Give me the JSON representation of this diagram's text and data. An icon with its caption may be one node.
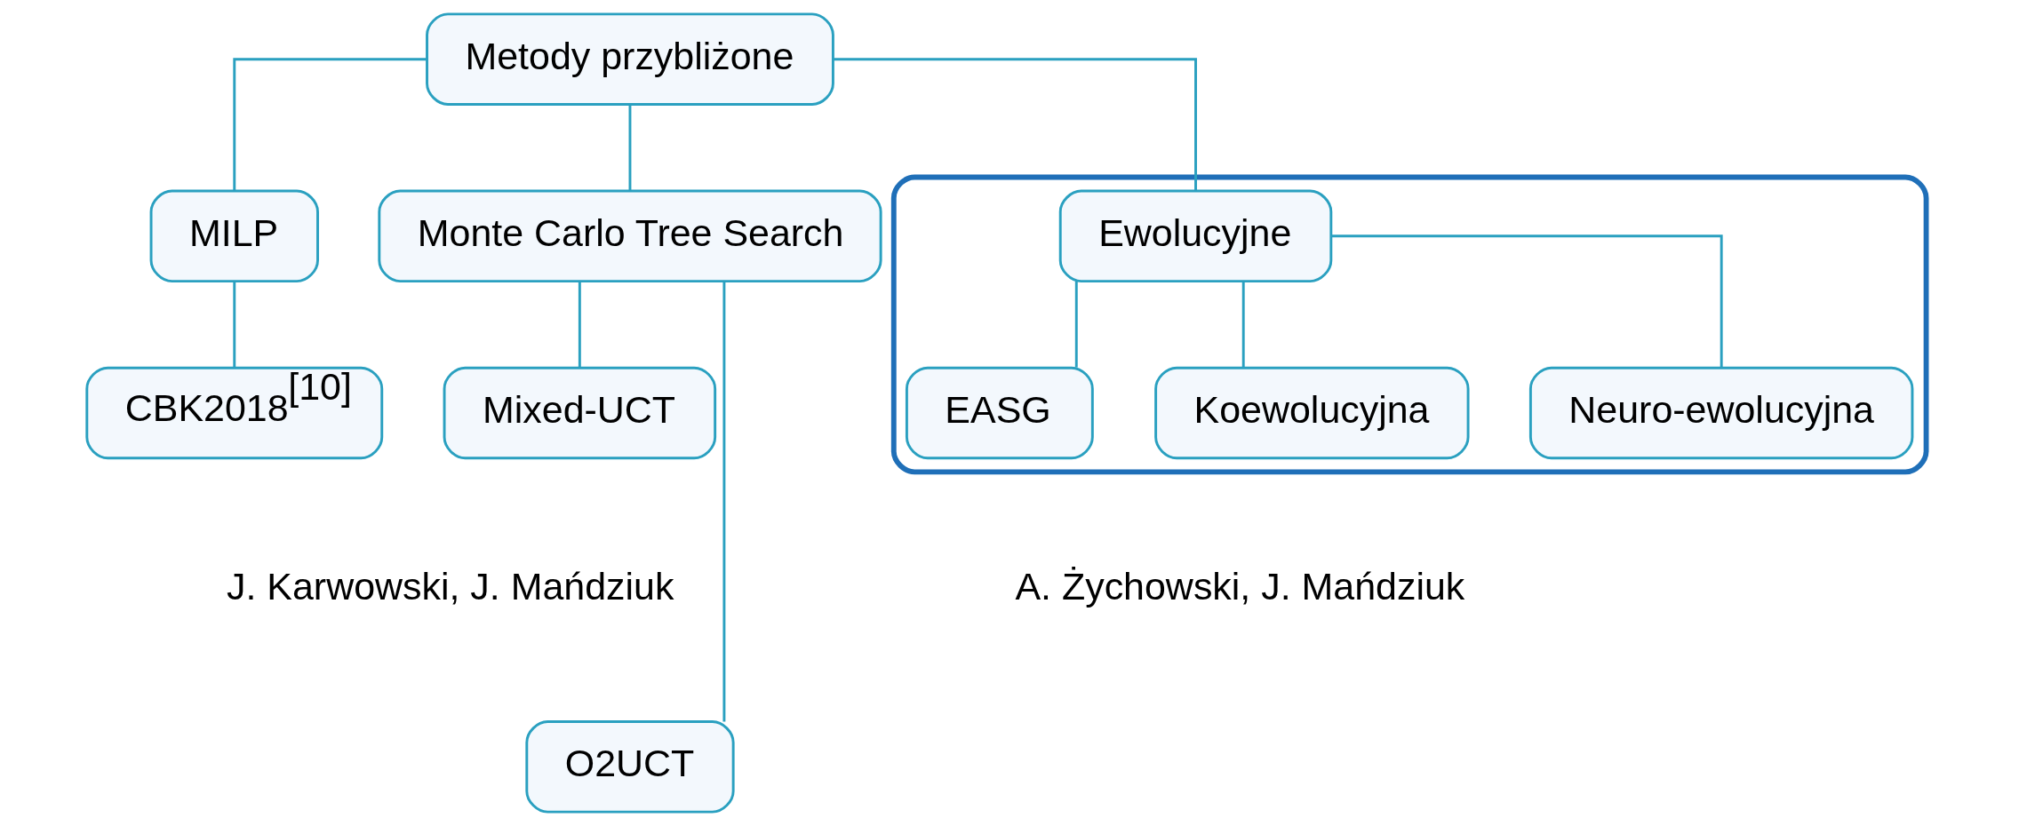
{
  "diagram": {
    "nodes": [
      {
        "text": [
          "Metody przybliżone"
        ]
      },
      {
        "text": [
          "MILP"
        ]
      },
      {
        "text": [
          "Monte Carlo Tree Search"
        ]
      },
      {
        "text": [],
        "shape": "ellipse"
      },
      {
        "text": [
          "Ewolucyjne"
        ],
        "in": 3
      },
      {
        "text": [
          "CBK2018$^{[10]}$"
        ]
      },
      {
        "text": [
          "Mixed-UCT"
        ]
      },
      {
        "text": [
          "O2UCT"
        ]
      },
      {
        "text": [
          "EASG"
        ],
        "in": 3
      },
      {
        "text": [
          "Koewolucyjna"
        ],
        "in": 3
      },
      {
        "text": [
          "Neuro-ewolucyjna"
        ],
        "in": 3
      }
    ],
    "edges": [
      {
        "from": 0,
        "to": 1,
        "arrow": "none"
      },
      {
        "from": 0,
        "to": 2,
        "arrow": "none"
      },
      {
        "from": 0,
        "to": 4,
        "arrow": "none"
      },
      {
        "from": 1,
        "to": 5,
        "arrow": "none"
      },
      {
        "from": 2,
        "to": 6,
        "arrow": "none"
      },
      {
        "from": 2,
        "to": 7,
        "arrow": "none"
      },
      {
        "from": 4,
        "to": 8,
        "arrow": "none"
      },
      {
        "from": 4,
        "to": 9,
        "arrow": "none"
      },
      {
        "from": 4,
        "to": 10,
        "arrow": "none"
      }
    ],
    "labels": [
      "J. Karwowski, J. Mańdziuk",
      "A. Żychowski, J. Mańdziuk"
    ]
  }
}
